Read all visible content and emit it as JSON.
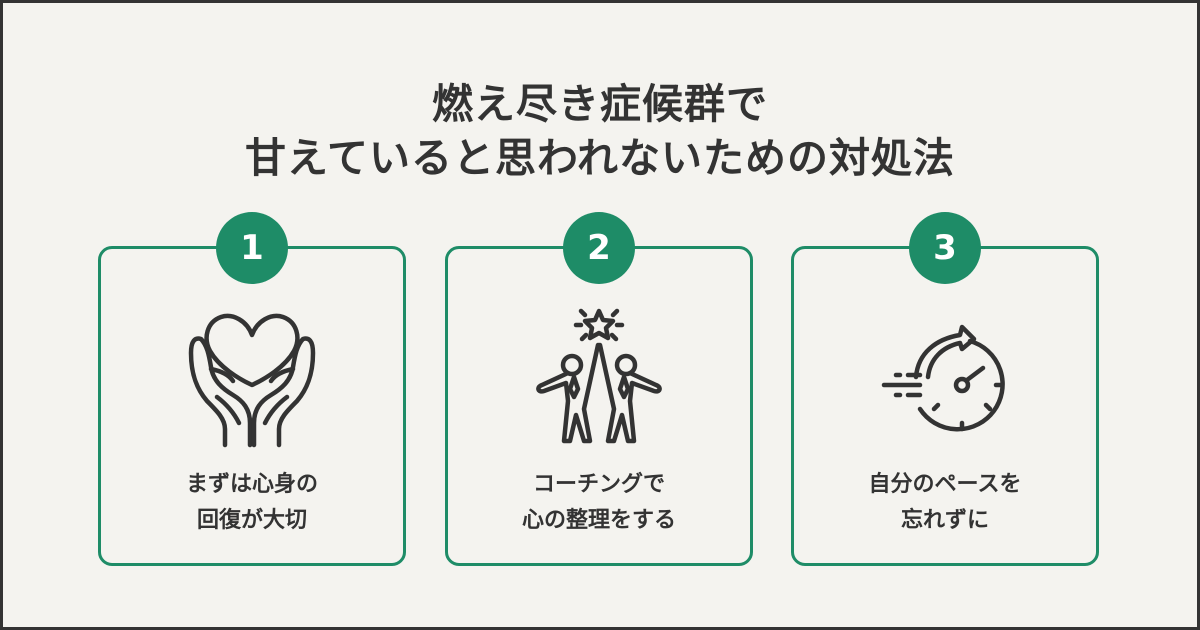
{
  "title": {
    "line1": "燃え尽き症候群で",
    "line2": "甘えていると思われないための対処法"
  },
  "colors": {
    "accent": "#1e8c67",
    "text": "#333333",
    "background": "#f4f3ef"
  },
  "cards": [
    {
      "number": "1",
      "icon": "heart-in-hands-icon",
      "label_line1": "まずは心身の",
      "label_line2": "回復が大切"
    },
    {
      "number": "2",
      "icon": "high-five-star-icon",
      "label_line1": "コーチングで",
      "label_line2": "心の整理をする"
    },
    {
      "number": "3",
      "icon": "speed-clock-icon",
      "label_line1": "自分のペースを",
      "label_line2": "忘れずに"
    }
  ]
}
